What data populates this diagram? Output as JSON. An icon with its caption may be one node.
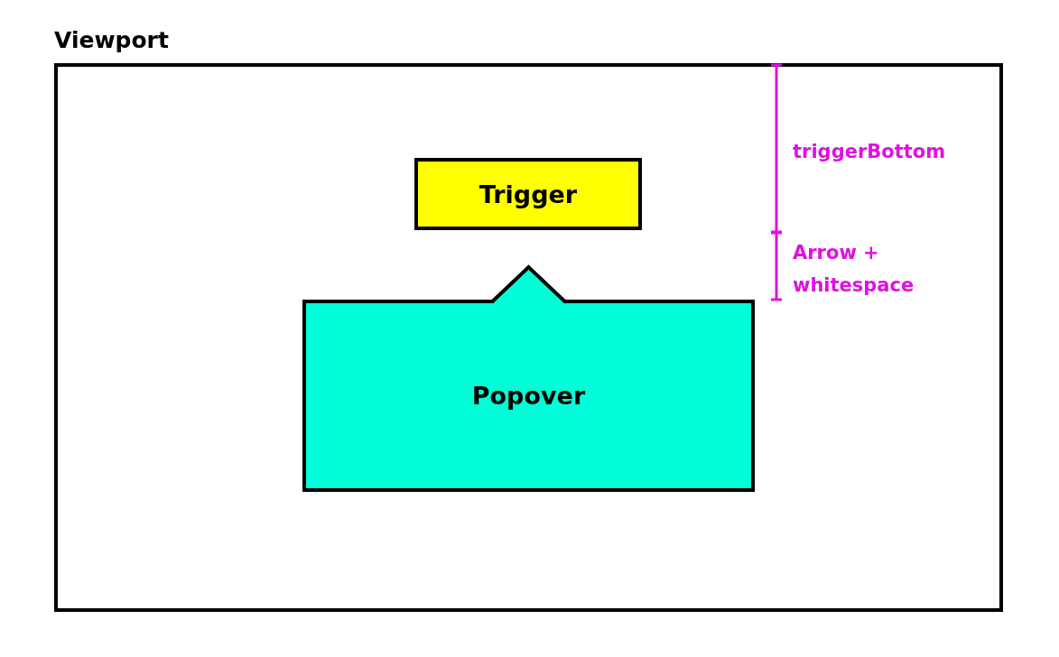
{
  "diagram": {
    "nodes": [
      {
        "text": [
          "Viewport"
        ]
      },
      {
        "text": [
          "Trigger"
        ],
        "in": 0
      },
      {
        "text": [
          "Popover"
        ],
        "in": 0
      }
    ],
    "labels": [
      "triggerBottom",
      "Arrow + whitespace"
    ]
  }
}
